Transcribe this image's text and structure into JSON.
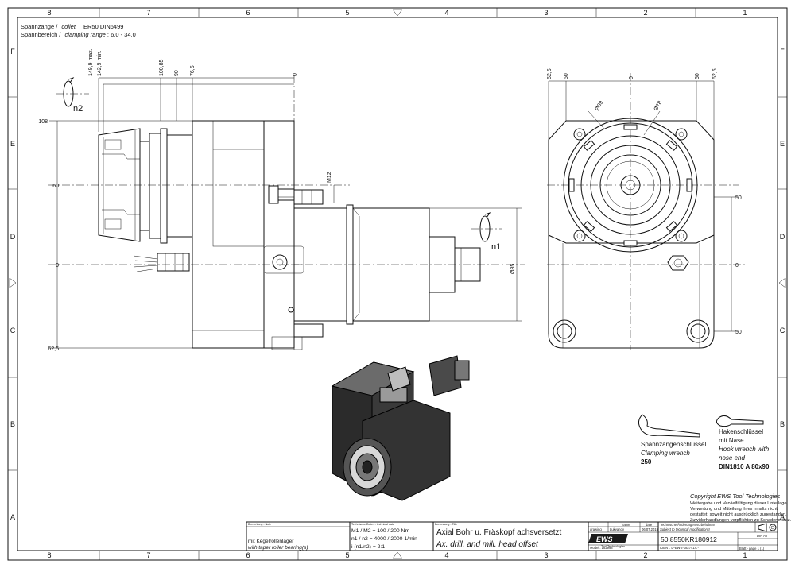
{
  "grid": {
    "columns": [
      "8",
      "7",
      "6",
      "5",
      "4",
      "3",
      "2",
      "1"
    ],
    "rows": [
      "F",
      "E",
      "D",
      "C",
      "B",
      "A"
    ]
  },
  "spec": {
    "collet_line_de": "Spannzange /",
    "collet_line_en": "collet",
    "collet_value": "ER50   DIN6499",
    "range_line_de": "Spannbereich /",
    "range_line_en": "clamping range",
    "range_value": ": 6,0 - 34,0"
  },
  "dimensions": {
    "top_left": [
      "149,9 max.",
      "142,9 min.",
      "100,85",
      "90",
      "76,5",
      "0"
    ],
    "left_side": [
      "108",
      "60",
      "0",
      "62,5"
    ],
    "thread": "M12",
    "diameter_85": "Ø85",
    "n1": "n1",
    "n2": "n2",
    "top_right": [
      "62,5",
      "50",
      "0",
      "50",
      "62,5"
    ],
    "dia_right": [
      "Ø69",
      "Ø78"
    ],
    "right_side": [
      "50",
      "0",
      "50"
    ]
  },
  "tools": {
    "wrench1_de": "Spannzangenschlüssel",
    "wrench1_en": "Clamping wrench",
    "wrench1_code": "250",
    "wrench2_de1": "Hakenschlüssel",
    "wrench2_de2": "mit Nase",
    "wrench2_en1": "Hook wrench with",
    "wrench2_en2": "nose end",
    "wrench2_code": "DIN1810  A  80x90"
  },
  "copyright": {
    "head": "Copyright EWS Tool Technologies",
    "lines": [
      "Weitergabe und Vervielfältigung dieser Unterlage,",
      "Verwertung und Mitteilung ihres Inhalts nicht",
      "gestattet, soweit nicht ausdrücklich zugestanden.",
      "Zuwiderhandlungen verpflichten zu Schadenersatz."
    ]
  },
  "titleblock": {
    "remark_head": "Bemerkung - Note",
    "remark_de": "mit Kegelrollenlager",
    "remark_en": "with taper roller bearing(s)",
    "tech_head": "Technische Daten - technical data",
    "torque": "M1 / M2 = 100 / 200 Nm",
    "speed": "n1 / n2 = 4000 / 2000  1/min",
    "ratio": "i  (n1/n2) = 2:1",
    "title_head": "Benennung - Title",
    "title_de": "Axial Bohr u. Fräskopf achsversetzt",
    "title_en": "Ax. drill. and mill. head offset",
    "name_label": "name",
    "date_label": "date",
    "drawing_label": "drawing",
    "drawer_name": "Lukyanov",
    "drawer_date": "06.07.2015",
    "notice_de": "Technische Änderungen vorbehalten!",
    "notice_en": "Subject to technical modifications!",
    "company": "EWS",
    "company_sub": "Tool Technologies",
    "part_no": "50.8550KR180912",
    "format": "DIN A2",
    "sheet": "Blatt - page  1 (1)",
    "model": "Modell: 182998",
    "ident": "IDENT: D-EWS-182741A -"
  }
}
